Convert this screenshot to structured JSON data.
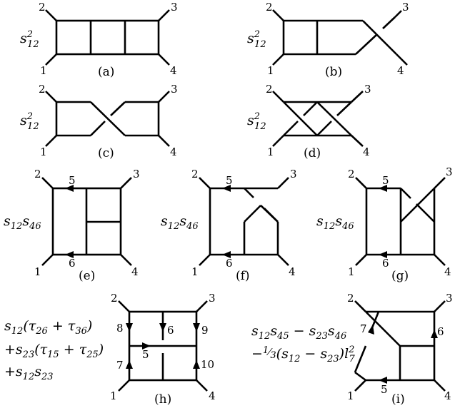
{
  "captions": {
    "a": "(a)",
    "b": "(b)",
    "c": "(c)",
    "d": "(d)",
    "e": "(e)",
    "f": "(f)",
    "g": "(g)",
    "h": "(h)",
    "i": "(i)"
  },
  "legs": {
    "one": "1",
    "two": "2",
    "three": "3",
    "four": "4"
  },
  "edge_labels": {
    "five": "5",
    "six": "6",
    "seven": "7",
    "eight": "8",
    "nine": "9",
    "ten": "10"
  },
  "coefficients": {
    "s12sq_base": "s",
    "s12sq_sup": "2",
    "s12sq_sub": "12",
    "e": {
      "s1": "s",
      "i1": "12",
      "s2": "s",
      "i2": "46"
    },
    "h": {
      "line1": {
        "a": "s",
        "a_sub": "12",
        "b": "(τ",
        "b_sub": "26",
        "c": " + τ",
        "c_sub": "36",
        "d": ")"
      },
      "line2": {
        "a": "+s",
        "a_sub": "23",
        "b": "(τ",
        "b_sub": "15",
        "c": " + τ",
        "c_sub": "25",
        "d": ")"
      },
      "line3": {
        "a": "+s",
        "a_sub": "12",
        "b": "s",
        "b_sub": "23"
      }
    },
    "i": {
      "line1": {
        "a": "s",
        "a_sub": "12",
        "b": "s",
        "b_sub": "45",
        "c": " − s",
        "c_sub": "23",
        "d": "s",
        "d_sub": "46"
      },
      "line2": {
        "a": "−",
        "num": "1",
        "den": "3",
        "b": "(s",
        "b_sub": "12",
        "c": " − s",
        "c_sub": "23",
        "d": ")l",
        "d_sup": "2",
        "d_sub": "7"
      }
    }
  }
}
